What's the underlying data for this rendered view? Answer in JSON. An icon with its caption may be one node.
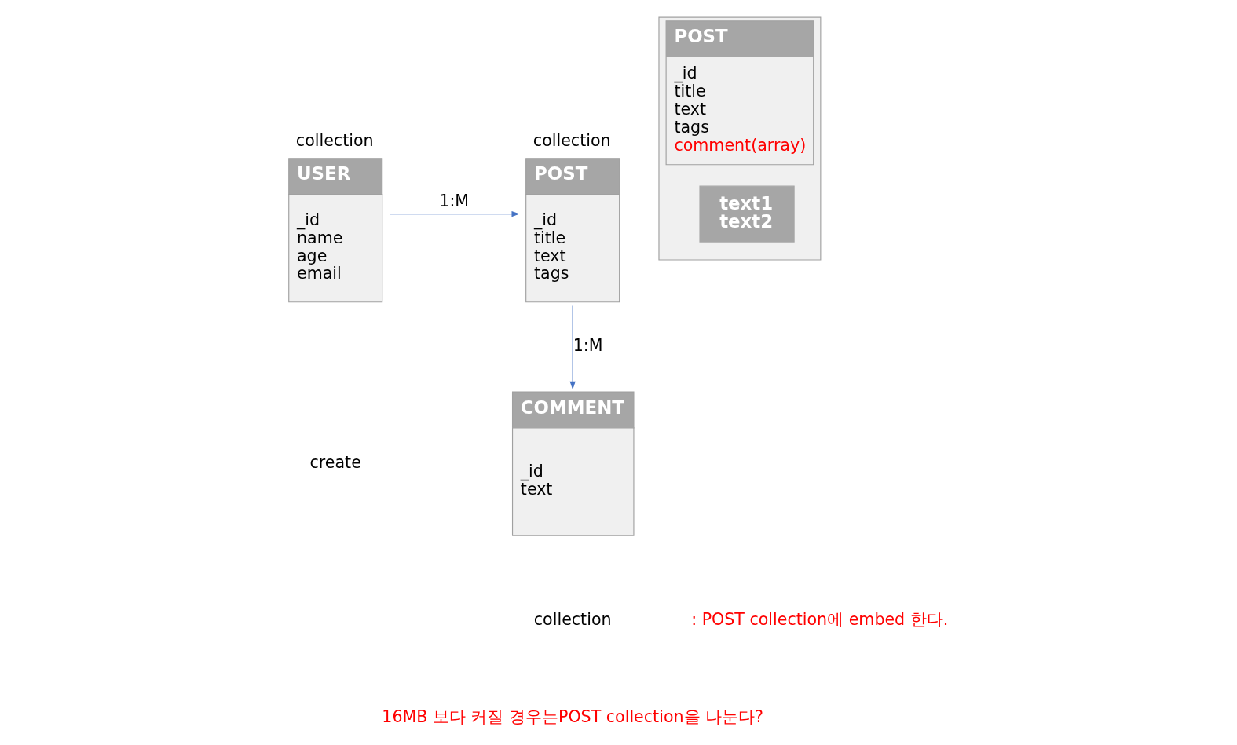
{
  "diagram": {
    "nodes": [
      {
        "text": [
          "USER",
          "_id name age email"
        ],
        "beside": [
          "collection"
        ]
      },
      {
        "text": [
          "POST",
          "_id title text tags"
        ],
        "beside": [
          "collection"
        ]
      },
      {
        "text": [
          "COMMENT",
          "_id text"
        ]
      },
      {
        "text": [
          "POST",
          "_id title text tags",
          "comment(array)"
        ]
      },
      {
        "text": [
          "text1 text2"
        ],
        "in": 3
      }
    ],
    "edges": [
      {
        "from": 0,
        "to": 1,
        "arrow": "to",
        "label": "1:M"
      },
      {
        "from": 1,
        "to": 2,
        "arrow": "to",
        "label": "1:M"
      }
    ],
    "labels": [
      "create",
      "collection",
      ": POST collection에 embed 한다.",
      "16MB 보다 커질 경우는POST collection을 나눈다?"
    ]
  }
}
